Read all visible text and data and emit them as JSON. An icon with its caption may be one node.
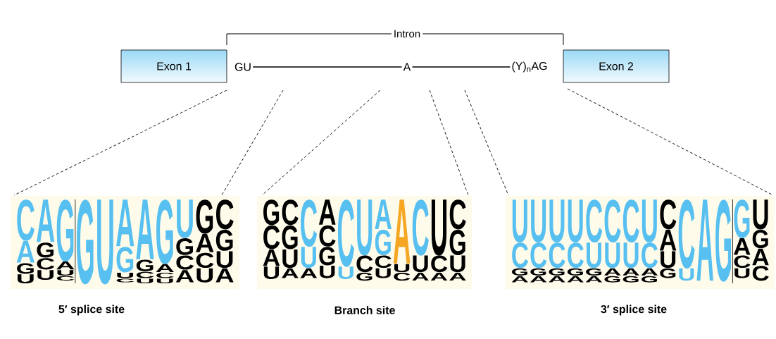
{
  "diagram": {
    "nodes": [
      {
        "text": [
          "Exon 1"
        ]
      },
      {
        "text": [
          "GU"
        ]
      },
      {
        "text": [
          "A"
        ]
      },
      {
        "text": [
          "(Y)$_{n}$AG"
        ]
      },
      {
        "text": [
          "Exon 2"
        ]
      },
      {
        "text": [
          "C",
          "A",
          "G",
          "U",
          "A",
          "G",
          "C",
          "U",
          "G",
          "A",
          "U",
          "C",
          "G",
          "U",
          "A",
          "G",
          "U",
          "C",
          "A",
          "G",
          "C",
          "U",
          "G",
          "A",
          "C",
          "U",
          "U",
          "G",
          "C",
          "A",
          "G",
          "A",
          "C",
          "U",
          "C",
          "G",
          "U",
          "A"
        ],
        "beside": [
          "5′ splice site"
        ]
      },
      {
        "text": [
          "G",
          "C",
          "A",
          "U",
          "C",
          "G",
          "U",
          "A",
          "C",
          "U",
          "A",
          "A",
          "C",
          "G",
          "U",
          "C",
          "U",
          "U",
          "C",
          "G",
          "A",
          "G",
          "C",
          "U",
          "A",
          "U",
          "C",
          "C",
          "U",
          "A",
          "U",
          "C",
          "A",
          "C",
          "G",
          "U",
          "A"
        ],
        "beside": [
          "Branch site"
        ]
      },
      {
        "text": [
          "U",
          "C",
          "G",
          "A",
          "U",
          "C",
          "G",
          "A",
          "U",
          "C",
          "G",
          "A",
          "U",
          "C",
          "G",
          "A",
          "C",
          "U",
          "G",
          "A",
          "C",
          "U",
          "A",
          "G",
          "C",
          "U",
          "A",
          "G",
          "U",
          "C",
          "A",
          "G",
          "C",
          "A",
          "U",
          "G",
          "C",
          "U",
          "A",
          "G",
          "G",
          "A",
          "C",
          "U",
          "U",
          "G",
          "A",
          "C"
        ],
        "beside": [
          "3′ splice site"
        ]
      }
    ],
    "edges": [
      {
        "from": 1,
        "to": 2,
        "arrow": "none"
      },
      {
        "from": 2,
        "to": 3,
        "arrow": "none"
      }
    ],
    "labels": [
      "Intron"
    ]
  }
}
